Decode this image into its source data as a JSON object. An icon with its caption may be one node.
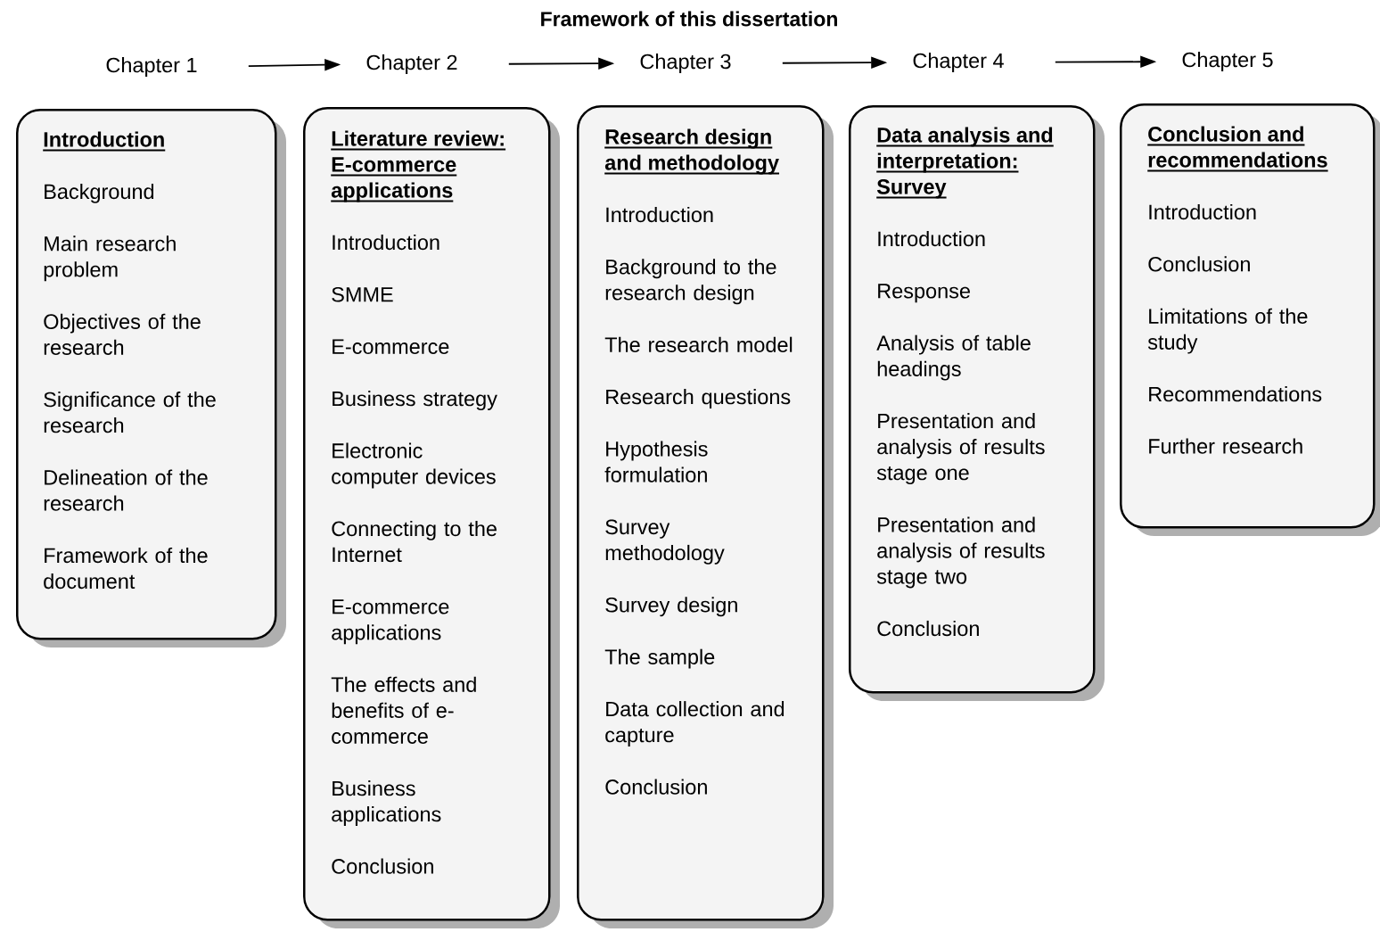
{
  "diagram": {
    "title": "Framework of this dissertation",
    "nodes": [
      {
        "text": [
          "Chapter 1"
        ]
      },
      {
        "text": [
          "Chapter 2"
        ]
      },
      {
        "text": [
          "Chapter 3"
        ]
      },
      {
        "text": [
          "Chapter 4"
        ]
      },
      {
        "text": [
          "Chapter 5"
        ]
      },
      {
        "text": [
          "Introduction",
          "Background",
          "Main research problem",
          "Objectives of the research",
          "Significance of the research",
          "Delineation of the research",
          "Framework of the document"
        ]
      },
      {
        "text": [
          "Literature review: E-commerce applications",
          "Introduction",
          "SMME",
          "E-commerce",
          "Business strategy",
          "Electronic computer devices",
          "Connecting to the Internet",
          "E-commerce applications",
          "The effects and benefits of e-commerce",
          "Business applications",
          "Conclusion"
        ]
      },
      {
        "text": [
          "Research design and methodology",
          "Introduction",
          "Background to the research design",
          "The research model",
          "Research questions",
          "Hypothesis formulation",
          "Survey methodology",
          "Survey design",
          "The sample",
          "Data collection and capture",
          "Conclusion"
        ]
      },
      {
        "text": [
          "Data analysis and interpretation: Survey",
          "Introduction",
          "Response",
          "Analysis of table headings",
          "Presentation and analysis of results stage one",
          "Presentation and analysis of results stage two",
          "Conclusion"
        ]
      },
      {
        "text": [
          "Conclusion and recommendations",
          "Introduction",
          "Conclusion",
          "Limitations of the study",
          "Recommendations",
          "Further research"
        ]
      }
    ],
    "edges": [
      {
        "from": 0,
        "to": 1,
        "arrow": "to"
      },
      {
        "from": 1,
        "to": 2,
        "arrow": "to"
      },
      {
        "from": 2,
        "to": 3,
        "arrow": "to"
      },
      {
        "from": 3,
        "to": 4,
        "arrow": "to"
      }
    ]
  }
}
